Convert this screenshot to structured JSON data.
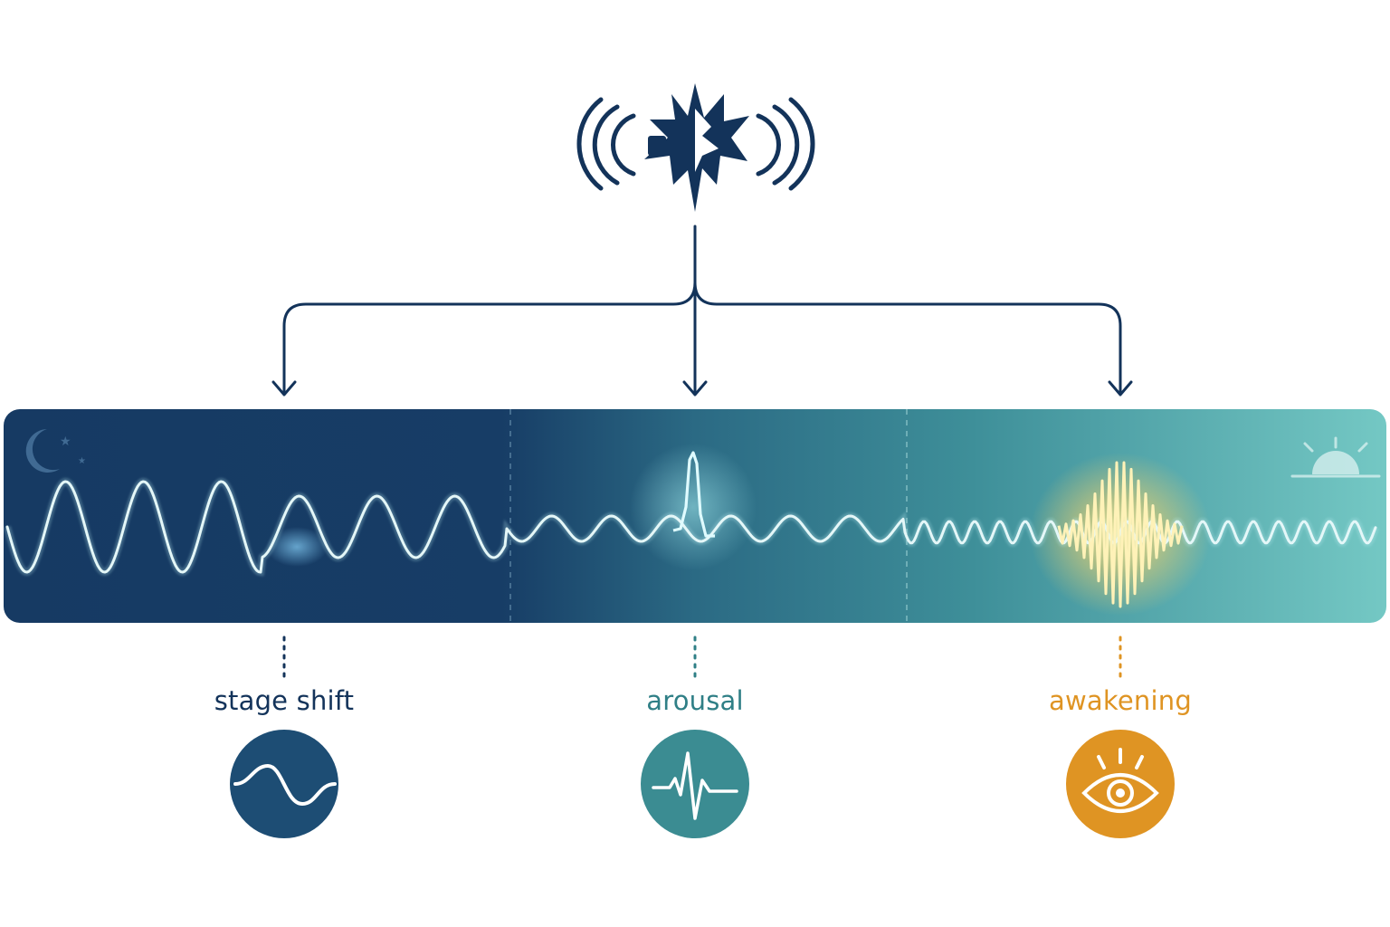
{
  "colors": {
    "navy": "#13335a",
    "teal": "#2f7f86",
    "orange": "#df9423",
    "band_left": "#163a63",
    "band_mid": "#2b6a84",
    "band_right": "#6fc5c2",
    "wave": "#dff4f6",
    "glow_yellow": "#ffe58a"
  },
  "stimulus": {
    "icon": "sound-burst-icon"
  },
  "band": {
    "left_icon": "moon-stars-icon",
    "right_icon": "sunrise-icon"
  },
  "outcomes": [
    {
      "label": "stage shift",
      "icon": "sine-wave-icon",
      "color": "#13335a"
    },
    {
      "label": "arousal",
      "icon": "heartbeat-spike-icon",
      "color": "#2f7f86"
    },
    {
      "label": "awakening",
      "icon": "eye-icon",
      "color": "#df9423"
    }
  ]
}
